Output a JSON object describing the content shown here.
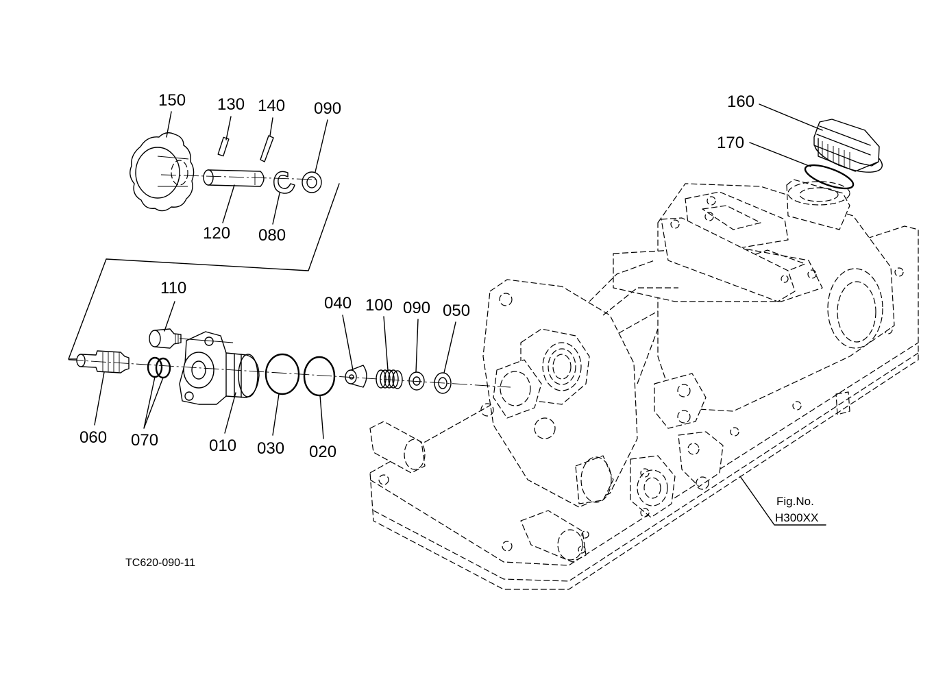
{
  "diagram": {
    "drawing_code": "TC620-090-11",
    "figure_reference": {
      "line1": "Fig.No.",
      "line2": "H300XX"
    },
    "callouts": [
      "150",
      "130",
      "140",
      "090",
      "120",
      "080",
      "110",
      "060",
      "070",
      "010",
      "030",
      "020",
      "040",
      "100",
      "090",
      "050",
      "160",
      "170"
    ]
  },
  "colors": {
    "ink": "#000000",
    "paper": "#ffffff"
  }
}
